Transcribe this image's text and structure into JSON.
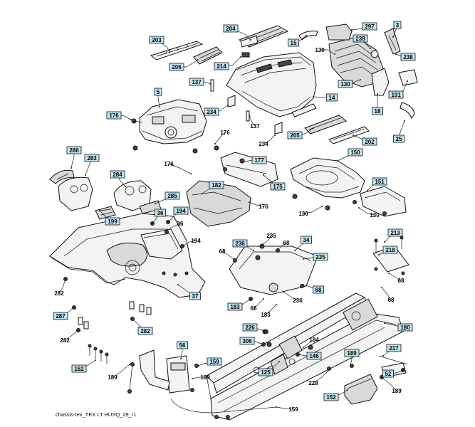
{
  "footer": "chassis-tex_TEX LT HUSQ_29_r1",
  "callouts": [
    {
      "t": "203",
      "b": 1,
      "p": [
        220,
        56
      ],
      "l": [
        [
          234,
          66
        ],
        [
          238,
          72
        ]
      ]
    },
    {
      "t": "204",
      "b": 1,
      "p": [
        324,
        40
      ],
      "l": [
        [
          344,
          48
        ],
        [
          352,
          56
        ]
      ]
    },
    {
      "t": "206",
      "b": 1,
      "p": [
        248,
        94
      ],
      "l": [
        [
          262,
          94
        ],
        [
          278,
          84
        ]
      ]
    },
    {
      "t": "214",
      "b": 1,
      "p": [
        311,
        93
      ],
      "l": [
        [
          326,
          92
        ],
        [
          338,
          80
        ]
      ]
    },
    {
      "t": "15",
      "b": 1,
      "p": [
        412,
        60
      ],
      "l": [
        [
          420,
          58
        ],
        [
          430,
          50
        ]
      ]
    },
    {
      "t": "297",
      "b": 1,
      "p": [
        519,
        37
      ],
      "l": [
        [
          512,
          40
        ],
        [
          494,
          42
        ]
      ]
    },
    {
      "t": "3",
      "b": 1,
      "p": [
        558,
        35
      ],
      "l": [
        [
          556,
          42
        ],
        [
          552,
          52
        ]
      ]
    },
    {
      "t": "239",
      "b": 1,
      "p": [
        506,
        54
      ],
      "l": [
        [
          512,
          60
        ],
        [
          520,
          68
        ]
      ]
    },
    {
      "t": "130",
      "b": 0,
      "p": [
        449,
        70
      ],
      "l": [
        [
          460,
          70
        ],
        [
          470,
          76
        ]
      ]
    },
    {
      "t": "238",
      "b": 1,
      "p": [
        573,
        80
      ],
      "l": [
        [
          566,
          80
        ],
        [
          556,
          76
        ]
      ]
    },
    {
      "t": "130",
      "b": 1,
      "p": [
        485,
        118
      ],
      "l": [
        [
          496,
          116
        ],
        [
          506,
          112
        ]
      ]
    },
    {
      "t": "137",
      "b": 1,
      "p": [
        276,
        115
      ],
      "l": [
        [
          287,
          115
        ],
        [
          296,
          118
        ]
      ]
    },
    {
      "t": "5",
      "b": 1,
      "p": [
        222,
        129
      ],
      "l": [
        [
          222,
          137
        ],
        [
          224,
          150
        ]
      ]
    },
    {
      "t": "14",
      "b": 1,
      "p": [
        466,
        137
      ],
      "l": [
        [
          458,
          137
        ],
        [
          440,
          136
        ]
      ]
    },
    {
      "t": "191",
      "b": 1,
      "p": [
        556,
        133
      ],
      "l": [
        [
          566,
          128
        ],
        [
          572,
          114
        ]
      ]
    },
    {
      "t": "18",
      "b": 1,
      "p": [
        530,
        156
      ],
      "l": [
        [
          530,
          148
        ],
        [
          530,
          132
        ]
      ]
    },
    {
      "t": "176",
      "b": 1,
      "p": [
        160,
        162
      ],
      "l": [
        [
          172,
          162
        ],
        [
          184,
          168
        ]
      ]
    },
    {
      "t": "234",
      "b": 1,
      "p": [
        297,
        157
      ],
      "l": [
        [
          308,
          156
        ],
        [
          320,
          148
        ]
      ]
    },
    {
      "t": "137",
      "b": 0,
      "p": [
        358,
        177
      ],
      "l": [
        [
          354,
          172
        ],
        [
          350,
          162
        ]
      ]
    },
    {
      "t": "205",
      "b": 1,
      "p": [
        414,
        190
      ],
      "l": [
        [
          428,
          188
        ],
        [
          440,
          180
        ]
      ]
    },
    {
      "t": "202",
      "b": 1,
      "p": [
        519,
        199
      ],
      "l": [
        [
          510,
          196
        ],
        [
          496,
          190
        ]
      ]
    },
    {
      "t": "25",
      "b": 1,
      "p": [
        560,
        195
      ],
      "l": [
        [
          562,
          186
        ],
        [
          568,
          170
        ]
      ]
    },
    {
      "t": "176",
      "b": 0,
      "p": [
        316,
        186
      ],
      "l": [
        [
          310,
          192
        ],
        [
          302,
          202
        ]
      ]
    },
    {
      "t": "234",
      "b": 0,
      "p": [
        370,
        202
      ],
      "l": [
        [
          378,
          198
        ],
        [
          386,
          190
        ]
      ]
    },
    {
      "t": "286",
      "b": 1,
      "p": [
        104,
        211
      ],
      "l": [
        [
          104,
          219
        ],
        [
          100,
          236
        ]
      ]
    },
    {
      "t": "283",
      "b": 1,
      "p": [
        129,
        222
      ],
      "l": [
        [
          126,
          230
        ],
        [
          120,
          246
        ]
      ]
    },
    {
      "t": "150",
      "b": 1,
      "p": [
        499,
        214
      ],
      "l": [
        [
          490,
          218
        ],
        [
          474,
          226
        ]
      ]
    },
    {
      "t": "177",
      "b": 1,
      "p": [
        364,
        225
      ],
      "l": [
        [
          354,
          225
        ],
        [
          340,
          228
        ]
      ]
    },
    {
      "t": "176",
      "b": 0,
      "p": [
        237,
        230
      ],
      "l": [
        [
          252,
          236
        ],
        [
          268,
          244
        ]
      ]
    },
    {
      "t": "284",
      "b": 1,
      "p": [
        165,
        245
      ],
      "l": [
        [
          168,
          253
        ],
        [
          176,
          262
        ]
      ]
    },
    {
      "t": "182",
      "b": 1,
      "p": [
        304,
        260
      ],
      "l": [
        [
          296,
          264
        ],
        [
          284,
          272
        ]
      ]
    },
    {
      "t": "175",
      "b": 1,
      "p": [
        390,
        262
      ],
      "l": [
        [
          382,
          256
        ],
        [
          370,
          246
        ]
      ]
    },
    {
      "t": "151",
      "b": 1,
      "p": [
        533,
        255
      ],
      "l": [
        [
          524,
          260
        ],
        [
          516,
          268
        ]
      ]
    },
    {
      "t": "285",
      "b": 1,
      "p": [
        242,
        275
      ],
      "l": [
        [
          232,
          280
        ],
        [
          218,
          286
        ]
      ]
    },
    {
      "t": "176",
      "b": 0,
      "p": [
        370,
        290
      ],
      "l": [
        [
          360,
          288
        ],
        [
          350,
          284
        ]
      ]
    },
    {
      "t": "130",
      "b": 0,
      "p": [
        426,
        300
      ],
      "l": [
        [
          438,
          298
        ],
        [
          452,
          290
        ]
      ]
    },
    {
      "t": "130",
      "b": 0,
      "p": [
        526,
        302
      ],
      "l": [
        [
          516,
          300
        ],
        [
          504,
          292
        ]
      ]
    },
    {
      "t": "199",
      "b": 1,
      "p": [
        158,
        311
      ],
      "l": [
        [
          150,
          306
        ],
        [
          140,
          296
        ]
      ]
    },
    {
      "t": "36",
      "b": 1,
      "p": [
        225,
        299
      ],
      "l": [
        [
          220,
          306
        ],
        [
          214,
          314
        ]
      ]
    },
    {
      "t": "194",
      "b": 1,
      "p": [
        254,
        296
      ],
      "l": [
        [
          246,
          302
        ],
        [
          236,
          312
        ]
      ]
    },
    {
      "t": "36",
      "b": 0,
      "p": [
        253,
        314
      ],
      "l": [
        [
          244,
          318
        ],
        [
          234,
          324
        ]
      ]
    },
    {
      "t": "213",
      "b": 1,
      "p": [
        555,
        327
      ],
      "l": [
        [
          548,
          332
        ],
        [
          540,
          340
        ]
      ]
    },
    {
      "t": "194",
      "b": 0,
      "p": [
        275,
        338
      ],
      "l": [
        [
          266,
          340
        ],
        [
          256,
          346
        ]
      ]
    },
    {
      "t": "235",
      "b": 0,
      "p": [
        381,
        331
      ],
      "l": [
        [
          376,
          338
        ],
        [
          368,
          344
        ]
      ]
    },
    {
      "t": "236",
      "b": 1,
      "p": [
        337,
        342
      ],
      "l": [
        [
          346,
          346
        ],
        [
          356,
          352
        ]
      ]
    },
    {
      "t": "68",
      "b": 0,
      "p": [
        402,
        341
      ],
      "l": [
        [
          396,
          346
        ],
        [
          388,
          352
        ]
      ]
    },
    {
      "t": "34",
      "b": 1,
      "p": [
        430,
        337
      ],
      "l": [
        [
          424,
          344
        ],
        [
          414,
          352
        ]
      ]
    },
    {
      "t": "218",
      "b": 1,
      "p": [
        548,
        351
      ],
      "l": [
        [
          540,
          354
        ],
        [
          532,
          358
        ]
      ]
    },
    {
      "t": "68",
      "b": 0,
      "p": [
        312,
        353
      ],
      "l": [
        [
          320,
          358
        ],
        [
          328,
          364
        ]
      ]
    },
    {
      "t": "235",
      "b": 1,
      "p": [
        450,
        361
      ],
      "l": [
        [
          440,
          362
        ],
        [
          426,
          364
        ]
      ]
    },
    {
      "t": "68",
      "b": 0,
      "p": [
        563,
        394
      ],
      "l": [
        [
          556,
          390
        ],
        [
          546,
          384
        ]
      ]
    },
    {
      "t": "282",
      "b": 0,
      "p": [
        83,
        412
      ],
      "l": [
        [
          88,
          404
        ],
        [
          92,
          392
        ]
      ]
    },
    {
      "t": "37",
      "b": 1,
      "p": [
        274,
        416
      ],
      "l": [
        [
          264,
          410
        ],
        [
          250,
          400
        ]
      ]
    },
    {
      "t": "68",
      "b": 1,
      "p": [
        447,
        407
      ],
      "l": [
        [
          438,
          404
        ],
        [
          426,
          400
        ]
      ]
    },
    {
      "t": "183",
      "b": 1,
      "p": [
        330,
        431
      ],
      "l": [
        [
          340,
          428
        ],
        [
          352,
          420
        ]
      ]
    },
    {
      "t": "68",
      "b": 0,
      "p": [
        356,
        433
      ],
      "l": [
        [
          362,
          428
        ],
        [
          370,
          420
        ]
      ]
    },
    {
      "t": "236",
      "b": 0,
      "p": [
        418,
        422
      ],
      "l": [
        [
          410,
          418
        ],
        [
          398,
          410
        ]
      ]
    },
    {
      "t": "68",
      "b": 0,
      "p": [
        549,
        421
      ],
      "l": [
        [
          544,
          414
        ],
        [
          536,
          404
        ]
      ]
    },
    {
      "t": "287",
      "b": 1,
      "p": [
        85,
        444
      ],
      "l": [
        [
          94,
          440
        ],
        [
          104,
          432
        ]
      ]
    },
    {
      "t": "183",
      "b": 0,
      "p": [
        373,
        442
      ],
      "l": [
        [
          380,
          436
        ],
        [
          388,
          428
        ]
      ]
    },
    {
      "t": "282",
      "b": 1,
      "p": [
        204,
        465
      ],
      "l": [
        [
          196,
          458
        ],
        [
          186,
          448
        ]
      ]
    },
    {
      "t": "226",
      "b": 1,
      "p": [
        351,
        460
      ],
      "l": [
        [
          362,
          462
        ],
        [
          374,
          466
        ]
      ]
    },
    {
      "t": "180",
      "b": 1,
      "p": [
        569,
        460
      ],
      "l": [
        [
          558,
          458
        ],
        [
          540,
          454
        ]
      ]
    },
    {
      "t": "282",
      "b": 0,
      "p": [
        91,
        478
      ],
      "l": [
        [
          100,
          472
        ],
        [
          110,
          464
        ]
      ]
    },
    {
      "t": "306",
      "b": 1,
      "p": [
        347,
        479
      ],
      "l": [
        [
          358,
          480
        ],
        [
          370,
          484
        ]
      ]
    },
    {
      "t": "194",
      "b": 0,
      "p": [
        441,
        477
      ],
      "l": [
        [
          434,
          482
        ],
        [
          426,
          488
        ]
      ]
    },
    {
      "t": "56",
      "b": 1,
      "p": [
        256,
        485
      ],
      "l": [
        [
          256,
          493
        ],
        [
          254,
          504
        ]
      ]
    },
    {
      "t": "146",
      "b": 1,
      "p": [
        441,
        500
      ],
      "l": [
        [
          430,
          500
        ],
        [
          418,
          498
        ]
      ]
    },
    {
      "t": "217",
      "b": 1,
      "p": [
        553,
        489
      ],
      "l": [
        [
          546,
          494
        ],
        [
          538,
          500
        ]
      ]
    },
    {
      "t": "189",
      "b": 1,
      "p": [
        494,
        496
      ],
      "l": [
        [
          494,
          504
        ],
        [
          492,
          514
        ]
      ]
    },
    {
      "t": "159",
      "b": 1,
      "p": [
        301,
        508
      ],
      "l": [
        [
          290,
          510
        ],
        [
          278,
          514
        ]
      ]
    },
    {
      "t": "162",
      "b": 1,
      "p": [
        111,
        518
      ],
      "l": [
        [
          122,
          514
        ],
        [
          134,
          506
        ]
      ]
    },
    {
      "t": "125",
      "b": 1,
      "p": [
        373,
        523
      ],
      "l": [
        [
          382,
          518
        ],
        [
          392,
          508
        ]
      ]
    },
    {
      "t": "52",
      "b": 1,
      "p": [
        545,
        525
      ],
      "l": [
        [
          556,
          524
        ],
        [
          566,
          520
        ]
      ]
    },
    {
      "t": "189",
      "b": 0,
      "p": [
        158,
        530
      ],
      "l": [
        [
          168,
          524
        ],
        [
          182,
          512
        ]
      ]
    },
    {
      "t": "189",
      "b": 0,
      "p": [
        288,
        530
      ],
      "l": [
        [
          280,
          530
        ],
        [
          270,
          532
        ]
      ]
    },
    {
      "t": "228",
      "b": 0,
      "p": [
        440,
        538
      ],
      "l": [
        [
          452,
          530
        ],
        [
          462,
          520
        ]
      ]
    },
    {
      "t": "189",
      "b": 0,
      "p": [
        557,
        549
      ],
      "l": [
        [
          548,
          540
        ],
        [
          536,
          530
        ]
      ]
    },
    {
      "t": "152",
      "b": 1,
      "p": [
        465,
        558
      ],
      "l": [
        [
          478,
          554
        ],
        [
          488,
          548
        ]
      ]
    },
    {
      "t": "159",
      "b": 0,
      "p": [
        412,
        575
      ],
      "l": [
        [
          400,
          574
        ],
        [
          388,
          572
        ]
      ]
    }
  ]
}
